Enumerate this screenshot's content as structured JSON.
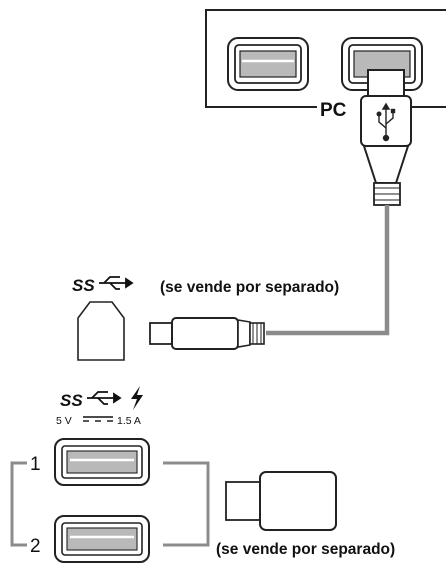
{
  "pc": {
    "label": "PC"
  },
  "upstream": {
    "logo_text": "SS",
    "logo_icon": "usb-trident-icon",
    "note": "(se vende por separado)"
  },
  "downstream": {
    "logo_text": "SS",
    "logo_icon": "usb-trident-icon",
    "charge_icon": "lightning-bolt-icon",
    "voltage": "5 V",
    "current": "1.5 A",
    "ports": [
      {
        "number": "1"
      },
      {
        "number": "2"
      }
    ],
    "note": "(se vende por separado)"
  },
  "colors": {
    "cable_gray": "#8c8c8c",
    "line_black": "#222222",
    "port_gray": "#b9b9b9"
  }
}
